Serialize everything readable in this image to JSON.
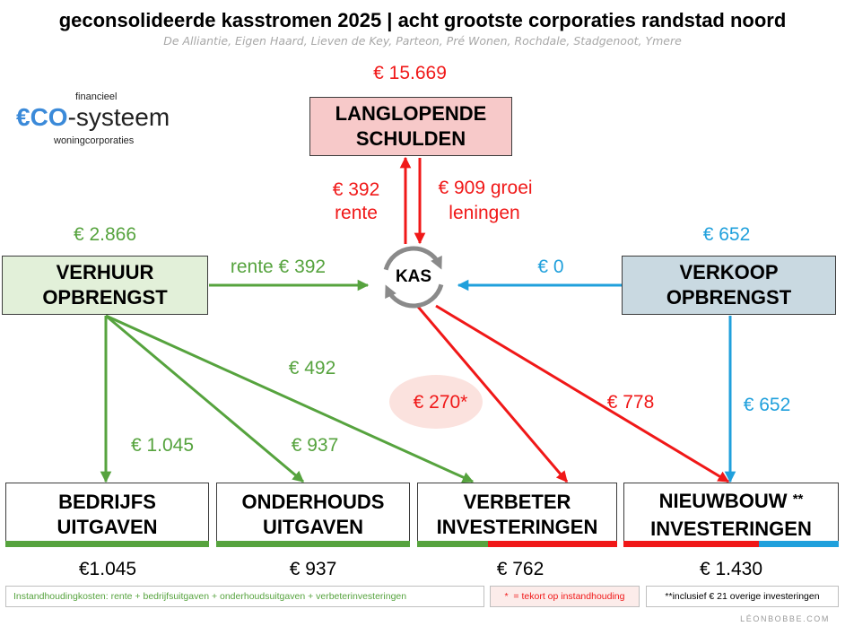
{
  "title": "geconsolideerde kasstromen 2025 | acht grootste corporaties randstad noord",
  "subtitle": "De Alliantie, Eigen Haard, Lieven de Key, Parteon, Pré Wonen, Rochdale, Stadgenoot, Ymere",
  "logo": {
    "top_text": "financieel",
    "brand_highlight": "€CO",
    "brand_rest": "-systeem",
    "bottom_text": "woningcorporaties"
  },
  "colors": {
    "green": "#56a33e",
    "red": "#f01818",
    "blue": "#20a0dc",
    "kas_gray": "#8a8a8a",
    "schulden_fill": "#f7c9c9",
    "verhuur_fill": "#e2f0d9",
    "verkoop_fill": "#c9d9e1",
    "highlight_fill": "#fbe2de",
    "tekort_fill": "#fcecea",
    "logo_blue": "#3b8ad9"
  },
  "nodes": {
    "langlopende_schulden": {
      "line1": "LANGLOPENDE",
      "line2": "SCHULDEN",
      "amount": "€ 15.669"
    },
    "verhuur_opbrengst": {
      "line1": "VERHUUR",
      "line2": "OPBRENGST",
      "amount": "€ 2.866"
    },
    "verkoop_opbrengst": {
      "line1": "VERKOOP",
      "line2": "OPBRENGST",
      "amount": "€ 652"
    },
    "kas": {
      "label": "KAS",
      "icon": "cycle-arrows-icon"
    },
    "bedrijfs_uitgaven": {
      "line1": "BEDRIJFS",
      "line2": "UITGAVEN",
      "total": "€1.045"
    },
    "onderhouds_uitgaven": {
      "line1": "ONDERHOUDS",
      "line2": "UITGAVEN",
      "total": "€ 937"
    },
    "verbeter_investeringen": {
      "line1": "VERBETER",
      "line2": "INVESTERINGEN",
      "total": "€ 762"
    },
    "nieuwbouw_investeringen": {
      "line1": "NIEUWBOUW",
      "marker": "**",
      "line2": "INVESTERINGEN",
      "total": "€ 1.430"
    }
  },
  "flows": {
    "kas_to_schulden": {
      "amount": "€ 392",
      "note": "rente"
    },
    "schulden_to_kas": {
      "amount": "€ 909 groei",
      "note": "leningen"
    },
    "verhuur_to_kas": {
      "label": "rente € 392"
    },
    "verkoop_to_kas": {
      "label": "€ 0"
    },
    "verhuur_to_bedrijfs": {
      "label": "€ 1.045"
    },
    "verhuur_to_onderhouds": {
      "label": "€ 937"
    },
    "verhuur_to_verbeter": {
      "label": "€ 492"
    },
    "kas_to_verbeter": {
      "label": "€ 270*"
    },
    "kas_to_nieuwbouw": {
      "label": "€ 778"
    },
    "verkoop_to_nieuwbouw": {
      "label": "€ 652"
    }
  },
  "footnotes": {
    "instandhouding": "Instandhoudingkosten: rente + bedrijfsuitgaven + onderhoudsuitgaven + verbeterinvesteringen",
    "tekort": "*  = tekort op instandhouding",
    "overige": "**inclusief € 21 overige investeringen"
  },
  "credit": "LÉONBOBBE.COM"
}
